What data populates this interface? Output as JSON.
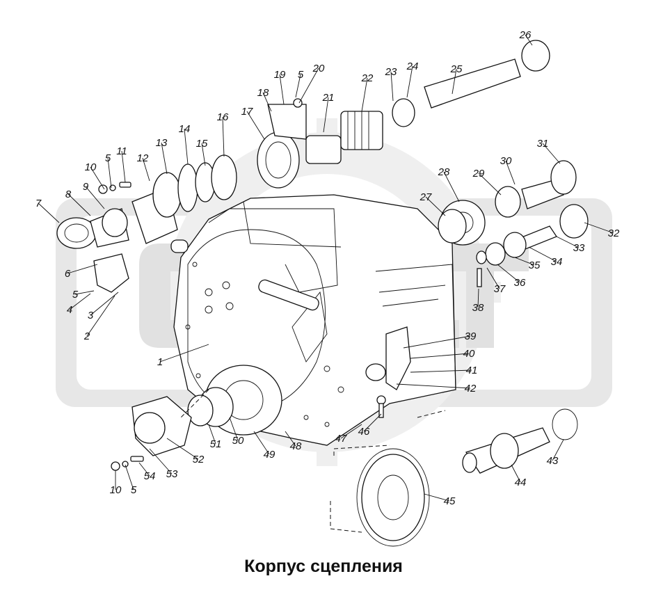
{
  "caption": "Корпус сцепления",
  "watermark": "CDL",
  "callouts": [
    "1",
    "2",
    "3",
    "4",
    "5",
    "5",
    "5",
    "5",
    "6",
    "7",
    "8",
    "9",
    "10",
    "10",
    "11",
    "12",
    "13",
    "14",
    "15",
    "16",
    "17",
    "18",
    "19",
    "20",
    "21",
    "22",
    "23",
    "24",
    "25",
    "26",
    "27",
    "28",
    "29",
    "30",
    "31",
    "32",
    "33",
    "34",
    "35",
    "36",
    "37",
    "38",
    "39",
    "40",
    "41",
    "42",
    "43",
    "44",
    "45",
    "46",
    "47",
    "48",
    "49",
    "50",
    "51",
    "52",
    "53",
    "54"
  ]
}
